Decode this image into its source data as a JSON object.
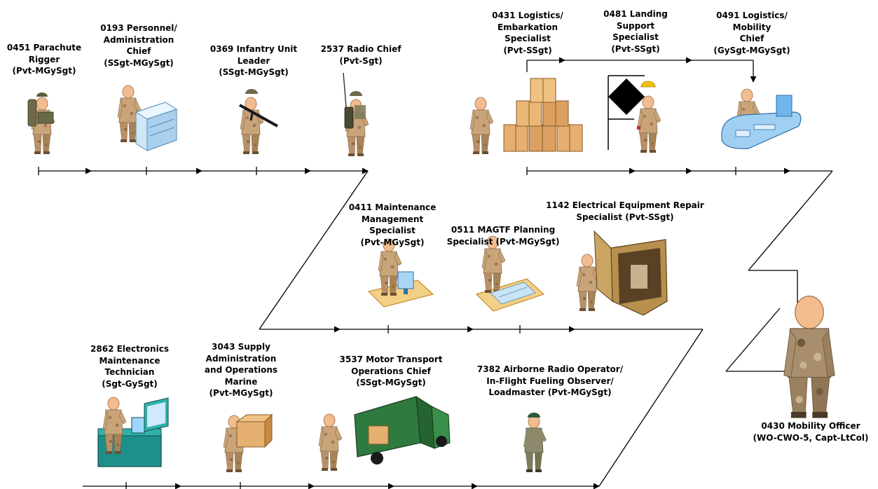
{
  "colors": {
    "camo": "#c9a479",
    "camo_dark": "#9c7a53",
    "skin": "#f2bc8f",
    "skin_shade": "#d9915d",
    "olive": "#8c8a6a",
    "box": "#e6b070",
    "box_dark": "#c98a45",
    "truck": "#2f7a3e",
    "teal": "#1f8f8a",
    "screen": "#9fd6ff",
    "desk": "#f2d086",
    "line": "#000000"
  },
  "row1": [
    {
      "id": "0451",
      "lines": [
        "0451 Parachute",
        "Rigger",
        "(Pvt-MGySgt)"
      ],
      "icon": "soldier-with-pack-icon"
    },
    {
      "id": "0193",
      "lines": [
        "0193 Personnel/",
        "Administration",
        "Chief",
        "(SSgt-MGySgt)"
      ],
      "icon": "copier-icon"
    },
    {
      "id": "0369",
      "lines": [
        "0369 Infantry Unit",
        "Leader",
        "(SSgt-MGySgt)"
      ],
      "icon": "rifle-soldier-icon"
    },
    {
      "id": "2537",
      "lines": [
        "2537 Radio Chief",
        "(Pvt-Sgt)"
      ],
      "icon": "radio-soldier-icon"
    },
    {
      "id": "0431",
      "lines": [
        "0431 Logistics/",
        "Embarkation",
        "Specialist",
        "(Pvt-SSgt)"
      ],
      "icon": "boxes-icon"
    },
    {
      "id": "0481",
      "lines": [
        "0481 Landing",
        "Support",
        "Specialist",
        "(Pvt-SSgt)"
      ],
      "icon": "diamond-sign-icon"
    },
    {
      "id": "0491",
      "lines": [
        "0491 Logistics/",
        "Mobility",
        "Chief",
        "(GySgt-MGySgt)"
      ],
      "icon": "workstation-icon"
    }
  ],
  "row2": [
    {
      "id": "0411",
      "lines": [
        "0411 Maintenance",
        "Management",
        "Specialist",
        "(Pvt-MGySgt)"
      ],
      "icon": "computer-desk-icon"
    },
    {
      "id": "0511",
      "lines": [
        "0511 MAGTF Planning",
        "Specialist (Pvt-MGySgt)"
      ],
      "icon": "planning-table-icon"
    },
    {
      "id": "1142",
      "lines": [
        "1142 Electrical Equipment Repair",
        "Specialist (Pvt-SSgt)"
      ],
      "icon": "electrical-panel-icon"
    }
  ],
  "row3": [
    {
      "id": "2862",
      "lines": [
        "2862 Electronics",
        "Maintenance",
        "Technician",
        "(Sgt-GySgt)"
      ],
      "icon": "electronics-console-icon"
    },
    {
      "id": "3043",
      "lines": [
        "3043 Supply",
        "Administration",
        "and Operations",
        "Marine",
        "(Pvt-MGySgt)"
      ],
      "icon": "supply-box-icon"
    },
    {
      "id": "3537",
      "lines": [
        "3537 Motor Transport",
        "Operations Chief",
        "(SSgt-MGySgt)"
      ],
      "icon": "truck-icon"
    },
    {
      "id": "7382",
      "lines": [
        "7382 Airborne Radio Operator/",
        "In-Flight Fueling Observer/",
        "Loadmaster (Pvt-MGySgt)"
      ],
      "icon": "flight-crew-icon"
    }
  ],
  "officer": {
    "id": "0430",
    "lines": [
      "0430 Mobility Officer",
      "(WO-CWO-5, Capt-LtCol)"
    ],
    "icon": "mobility-officer-icon"
  }
}
